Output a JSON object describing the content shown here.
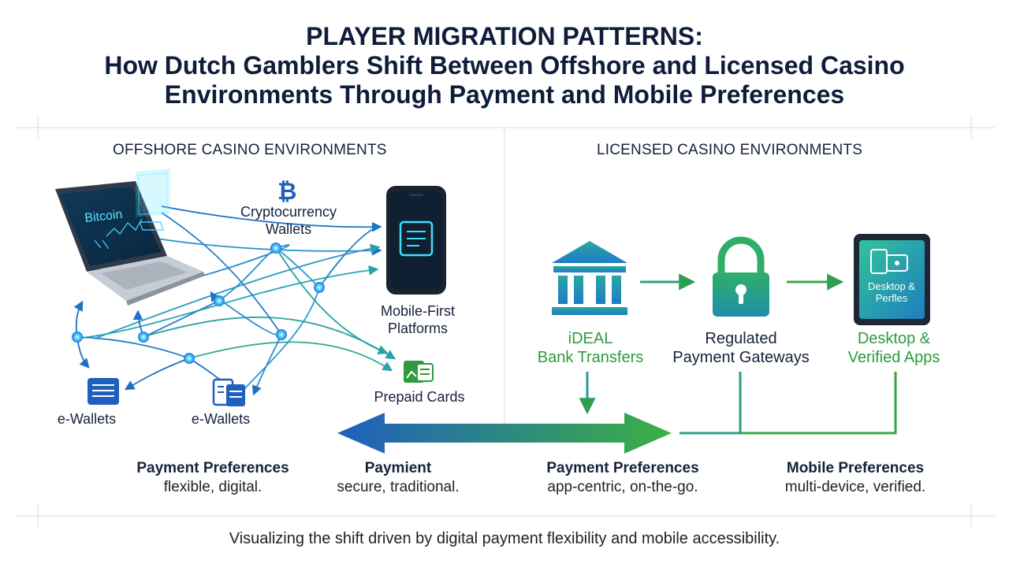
{
  "title": {
    "line1": "PLAYER MIGRATION PATTERNS:",
    "line2": "How Dutch Gamblers Shift Between Offshore and Licensed Casino",
    "line3": "Environments Through Payment and Mobile Preferences"
  },
  "offshore": {
    "heading": "OFFSHORE CASINO ENVIRONMENTS",
    "laptop_screen_text": "Bitcoin",
    "crypto_label": "Cryptocurrency\nWallets",
    "mobile_label": "Mobile-First\nPlatforms",
    "prepaid_label": "Prepaid Cards",
    "ewallet1_label": "e-Wallets",
    "ewallet2_label": "e-Wallets"
  },
  "licensed": {
    "heading": "LICENSED CASINO ENVIRONMENTS",
    "ideal_label": "iDEAL\nBank Transfers",
    "gateway_label": "Regulated\nPayment Gateways",
    "apps_label": "Desktop &\nVerified Apps",
    "tablet_screen_text": "Desktop &\nPerfles"
  },
  "preferences": [
    {
      "title": "Payment Preferences",
      "subtitle": "flexible, digital."
    },
    {
      "title": "Paymient",
      "subtitle": "secure, traditional."
    },
    {
      "title": "Payment Preferences",
      "subtitle": "app-centric, on-the-go."
    },
    {
      "title": "Mobile Preferences",
      "subtitle": "multi-device, verified."
    }
  ],
  "caption": "Visualizing the shift driven by digital payment flexibility and mobile accessibility.",
  "colors": {
    "navy": "#0f1d3a",
    "blue": "#1f6fc4",
    "green": "#3aa84a",
    "teal": "#2aa39a"
  }
}
